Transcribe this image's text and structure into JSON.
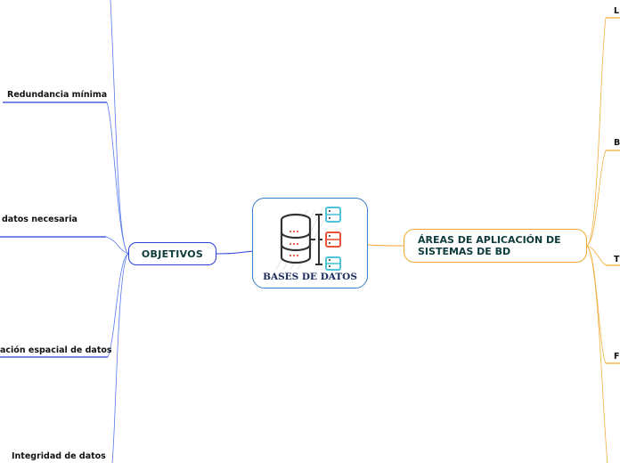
{
  "central": {
    "title": "BASES DE DATOS",
    "icon": "database-server-icon",
    "border_color": "#3a7fc9"
  },
  "left_branch": {
    "label": "OBJETIVOS",
    "color": "#2a3fd6",
    "children": [
      "Redundancia mínima",
      "datos necesaria",
      "ación espacial de datos",
      "Integridad de datos"
    ]
  },
  "right_branch": {
    "label": "ÁREAS DE APLICACIÓN DE SISTEMAS DE BD",
    "color": "#f0a830",
    "children": [
      "L",
      "B",
      "T",
      "F"
    ]
  }
}
